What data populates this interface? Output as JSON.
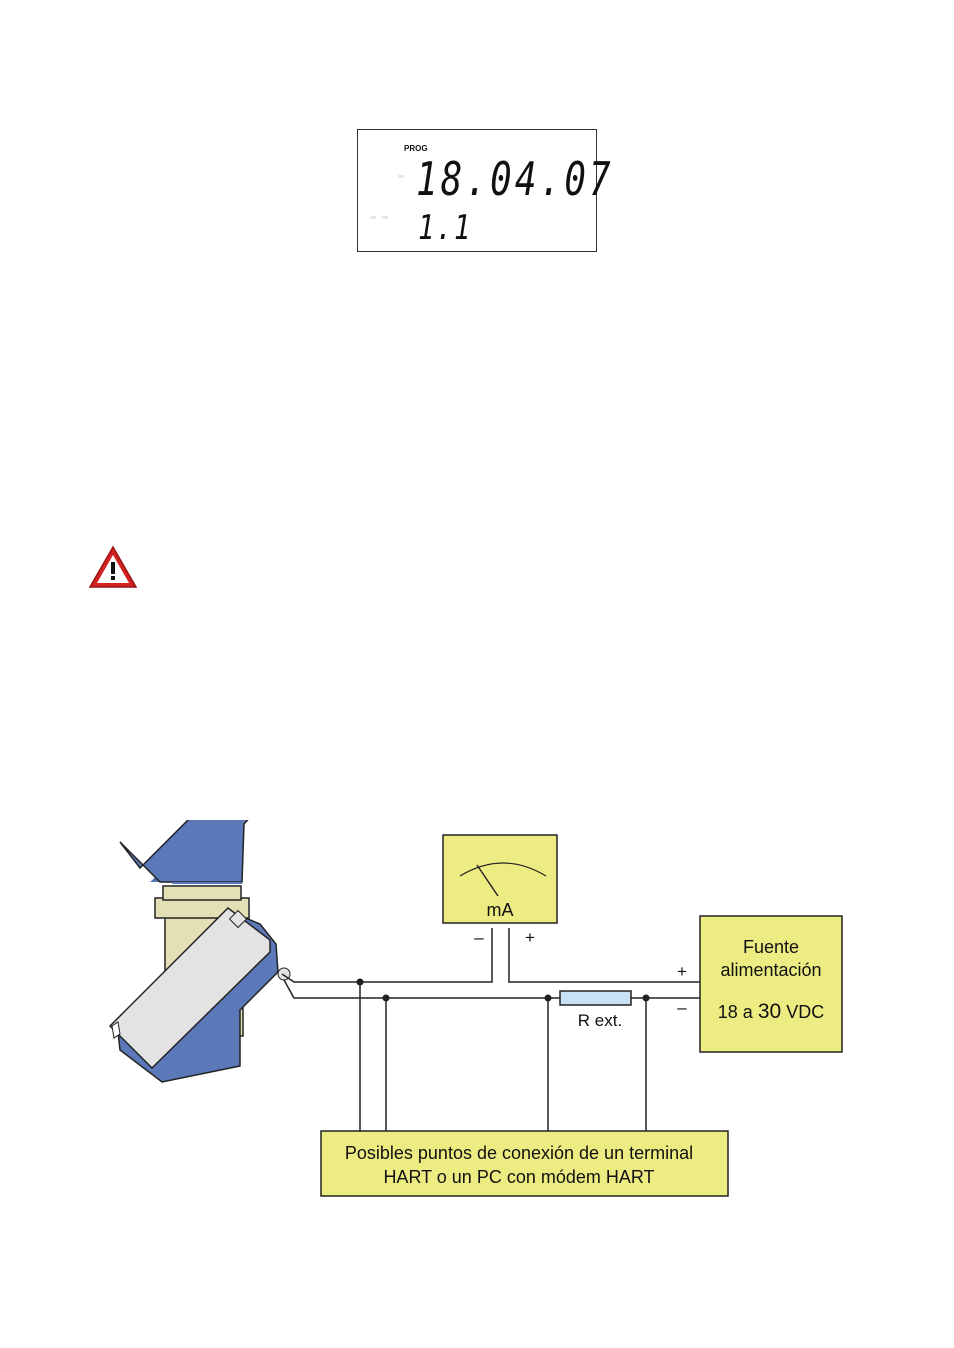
{
  "lcd": {
    "indicator": "PROG",
    "main_value": "18.04.07",
    "sub_value": "1.1"
  },
  "warning": {
    "icon": "warning-triangle-icon"
  },
  "diagram": {
    "meter_unit": "mA",
    "meter_minus": "–",
    "meter_plus": "+",
    "supply_title_1": "Fuente",
    "supply_title_2": "alimentación",
    "supply_range_pre": "18 a ",
    "supply_range_num": "30",
    "supply_range_post": " VDC",
    "supply_plus": "+",
    "supply_minus": "–",
    "resistor_label": "R ext.",
    "hart_note_1": "Posibles puntos de conexión de un terminal",
    "hart_note_2": "HART o un PC con módem HART",
    "colors": {
      "box_fill": "#ecec82",
      "housing_blue": "#5b79b8",
      "housing_gray": "#e3e3e3",
      "sensor_tan": "#e2e0b4",
      "resistor_fill": "#c9e1f4",
      "warning_red": "#d32222"
    }
  }
}
